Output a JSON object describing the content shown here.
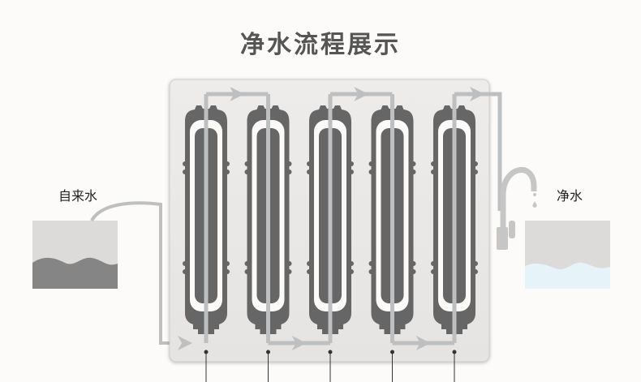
{
  "title": "净水流程展示",
  "source": {
    "label": "自来水"
  },
  "output": {
    "label": "净水"
  },
  "filters": {
    "count": 5
  },
  "colors": {
    "background": "#fdfbf9",
    "panel": "#ebe9e7",
    "cartridge": "#666666",
    "cartridge_highlight": "#fbfaf8",
    "pipe": "#bdbfc1",
    "raw_water": "#858585",
    "pure_water": "#e6f3f9",
    "tank_air": "#dcdbda",
    "faucet": "#c6c6c6",
    "title": "#555555",
    "leader_line": "#333333"
  }
}
